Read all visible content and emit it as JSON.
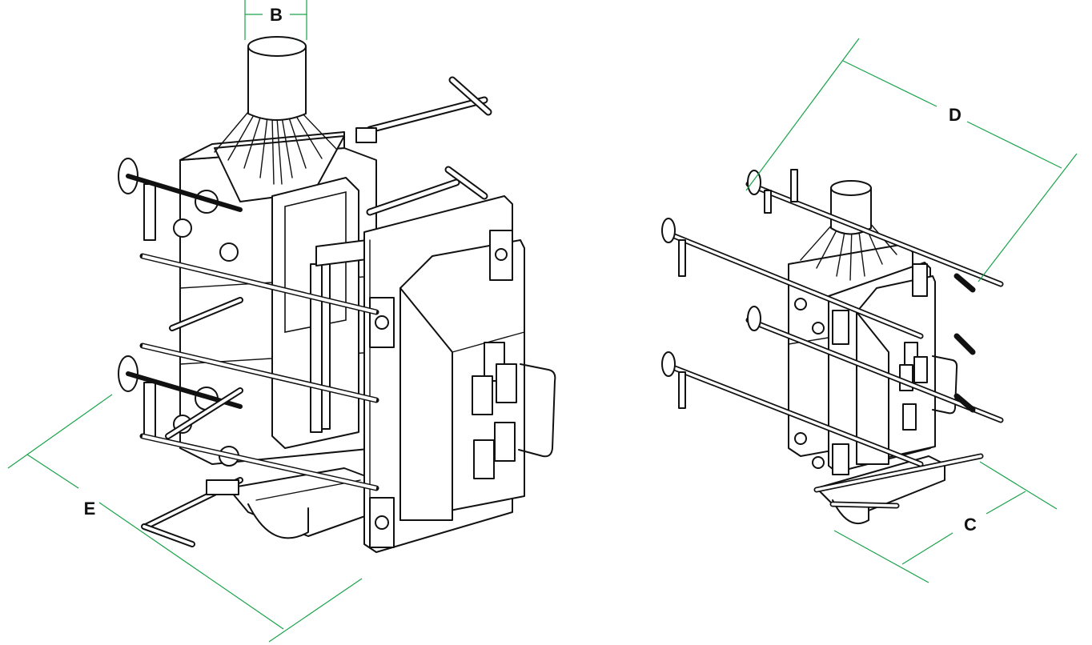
{
  "colors": {
    "dimension_line": "#1aa34a",
    "line_art": "#111111",
    "background": "#ffffff"
  },
  "dimensions": {
    "b": "B",
    "c": "C",
    "d": "D",
    "e": "E"
  }
}
